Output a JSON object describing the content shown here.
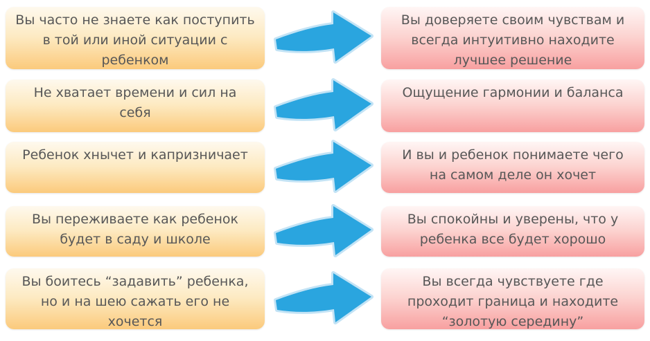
{
  "diagram": {
    "title": "before-after parenting transformation infographic",
    "arrow_icon": "curved-right-arrow",
    "colors": {
      "before_box_top": "#FEF9EE",
      "before_box_bottom": "#FBCA7C",
      "after_box_top": "#FFF6F5",
      "after_box_bottom": "#F8A0A0",
      "text": "#575757",
      "arrow_fill": "#2AA5DF",
      "arrow_outline": "#C3E3F5"
    },
    "rows": [
      {
        "before": "Вы часто не знаете как поступить\nв той или иной ситуации с\nребенком",
        "after": "Вы доверяете своим чувствам и\nвсегда интуитивно находите\nлучшее решение"
      },
      {
        "before": "Не хватает времени и сил на\nсебя",
        "after": "Ощущение гармонии и баланса"
      },
      {
        "before": "Ребенок хнычет и капризничает",
        "after": "И вы и ребенок понимаете чего\nна самом деле он хочет"
      },
      {
        "before": "Вы переживаете как ребенок\nбудет в саду и школе",
        "after": "Вы спокойны и уверены, что у\nребенка все будет хорошо"
      },
      {
        "before": "Вы боитесь “задавить” ребенка,\nно и на шею сажать его не\nхочется",
        "after": "Вы всегда чувствуете где\nпроходит граница и находите\n“золотую середину”"
      }
    ]
  }
}
